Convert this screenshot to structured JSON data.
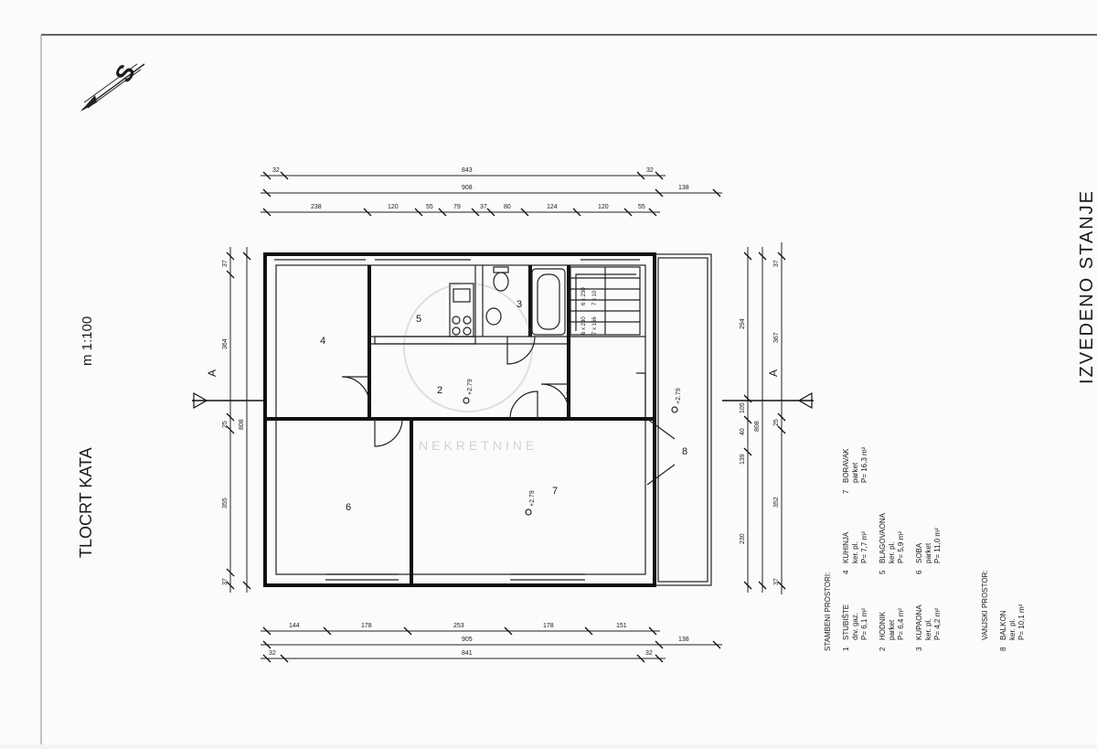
{
  "north": {
    "label": "S"
  },
  "title": {
    "text": "TLOCRT KATA",
    "scale": "m 1:100"
  },
  "status": {
    "text": "IZVEDENO STANJE"
  },
  "section_mark": "A",
  "rooms": [
    {
      "num": "1"
    },
    {
      "num": "2"
    },
    {
      "num": "3"
    },
    {
      "num": "4"
    },
    {
      "num": "5"
    },
    {
      "num": "6"
    },
    {
      "num": "7"
    },
    {
      "num": "8"
    }
  ],
  "heights": {
    "h1": "+2.79",
    "h2": "+2.79",
    "h3": "+2.79"
  },
  "stairs": {
    "s1": "6 x 230",
    "s2": "7 x 10",
    "s3": "6 x 230",
    "s4": "7 x 166"
  },
  "dims_top": {
    "row1": [
      "32",
      "843",
      "32"
    ],
    "row2": [
      "908",
      "138"
    ],
    "row3": [
      "238",
      "120",
      "55",
      "79",
      "37",
      "80",
      "124",
      "120",
      "55"
    ]
  },
  "dims_bottom": {
    "row1": [
      "144",
      "178",
      "253",
      "178",
      "151"
    ],
    "row2": [
      "905",
      "138"
    ],
    "row3": [
      "32",
      "841",
      "32"
    ]
  },
  "dims_left": {
    "outer": [
      "37",
      "364",
      "25",
      "355",
      "37"
    ],
    "inner": [
      "808"
    ]
  },
  "dims_right": {
    "a": [
      "37",
      "294",
      "105",
      "40",
      "139",
      "230",
      "37"
    ],
    "b": [
      "367",
      "808",
      "25",
      "352"
    ]
  },
  "legend": {
    "stambeni_title": "STAMBENI PROSTORI:",
    "items": [
      {
        "no": "1",
        "name": "STUBIŠTE",
        "mat": "drv. gaz.",
        "area": "P= 6,1 m²"
      },
      {
        "no": "2",
        "name": "HODNIK",
        "mat": "parket",
        "area": "P= 6,4 m²"
      },
      {
        "no": "3",
        "name": "KUPAONA",
        "mat": "ker. pl.",
        "area": "P= 4,2 m²"
      },
      {
        "no": "4",
        "name": "KUHINJA",
        "mat": "ker. pl.",
        "area": "P= 7,7 m²"
      },
      {
        "no": "5",
        "name": "BLAGOVAONA",
        "mat": "ker. pl.",
        "area": "P= 5,9 m²"
      },
      {
        "no": "6",
        "name": "SOBA",
        "mat": "parket",
        "area": "P= 11,0 m²"
      },
      {
        "no": "7",
        "name": "BORAVAK",
        "mat": "parket",
        "area": "P= 16,3 m²"
      }
    ],
    "vanjski_title": "VANJSKI PROSTOR:",
    "outside": {
      "no": "8",
      "name": "BALKON",
      "mat": "ker. pl.",
      "area": "P= 10,1 m²"
    }
  },
  "watermark": {
    "text": "NEKRETNINE"
  }
}
